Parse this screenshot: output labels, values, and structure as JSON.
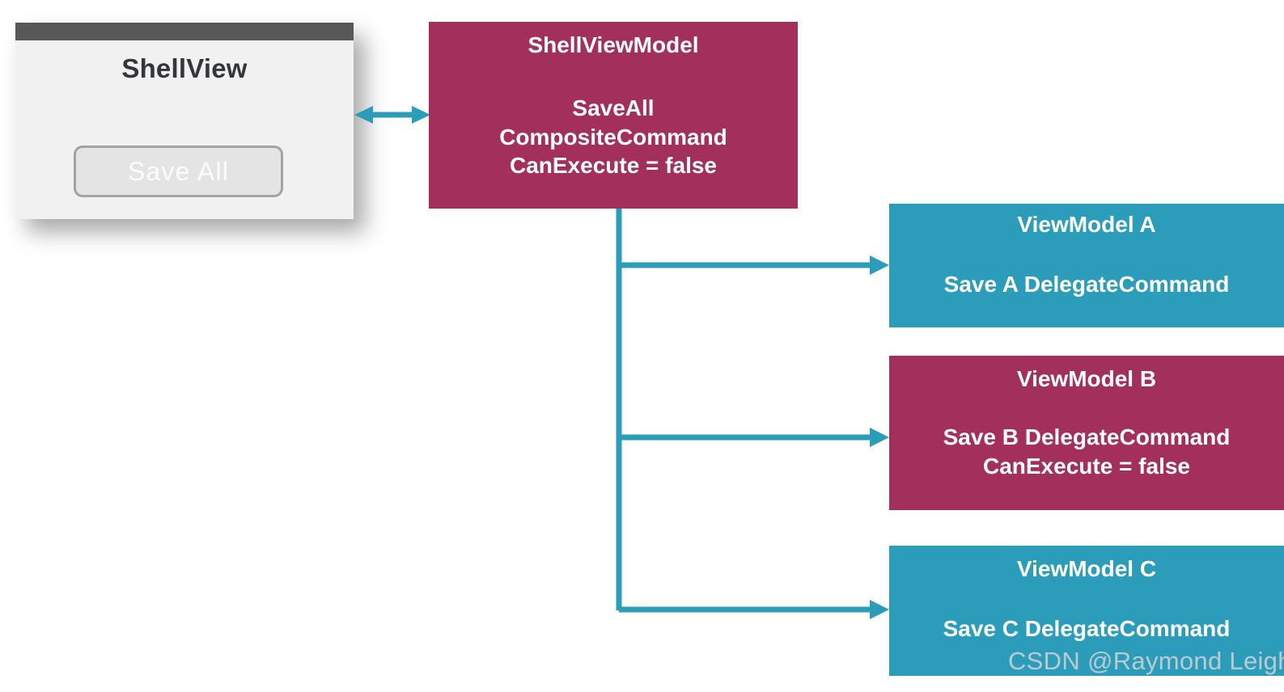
{
  "diagram": {
    "colors": {
      "crimson": "#a3305c",
      "teal": "#2b9dbb",
      "window_titlebar": "#58585a",
      "window_body": "#f1f1f1",
      "button_fill": "#e4e4e4",
      "button_border": "#a3a3a3",
      "connector": "#2b9dbb",
      "watermark": "#d3d3d3"
    },
    "shell_window": {
      "title": "ShellView",
      "button_label": "Save All",
      "button_state": "disabled"
    },
    "nodes": [
      {
        "id": "shell-viewmodel",
        "title": "ShellViewModel",
        "body": "SaveAll\nCompositeCommand\nCanExecute = false",
        "color": "crimson"
      },
      {
        "id": "viewmodel-a",
        "title": "ViewModel A",
        "body": "Save A DelegateCommand",
        "color": "teal"
      },
      {
        "id": "viewmodel-b",
        "title": "ViewModel B",
        "body": "Save B DelegateCommand\nCanExecute = false",
        "color": "crimson"
      },
      {
        "id": "viewmodel-c",
        "title": "ViewModel C",
        "body": "Save C DelegateCommand",
        "color": "teal"
      }
    ],
    "connectors": [
      {
        "id": "shellview-to-shellviewmodel",
        "kind": "double-arrow"
      },
      {
        "id": "shellviewmodel-to-viewmodel-a",
        "kind": "arrow"
      },
      {
        "id": "shellviewmodel-to-viewmodel-b",
        "kind": "arrow"
      },
      {
        "id": "shellviewmodel-to-viewmodel-c",
        "kind": "arrow"
      }
    ],
    "watermark": "CSDN @Raymond Leigh"
  }
}
